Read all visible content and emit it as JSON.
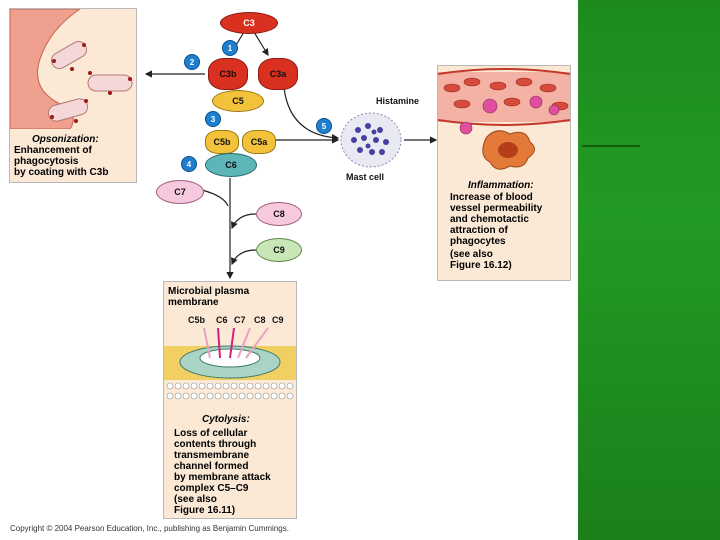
{
  "components": {
    "c3": "C3",
    "c3b": "C3b",
    "c3a": "C3a",
    "c5": "C5",
    "c5b": "C5b",
    "c5a": "C5a",
    "c6": "C6",
    "c7": "C7",
    "c8": "C8",
    "c9": "C9"
  },
  "steps": [
    "1",
    "2",
    "3",
    "4",
    "5"
  ],
  "opsonization": {
    "title": "Opsonization:",
    "lines": [
      "Enhancement of",
      "phagocytosis",
      "by coating with C3b"
    ]
  },
  "inflammation": {
    "histamine": "Histamine",
    "mast_cell": "Mast cell",
    "title": "Inflammation:",
    "lines": [
      "Increase of blood",
      "vessel permeability",
      "and chemotactic",
      "attraction of",
      "phagocytes",
      "(see also",
      "Figure 16.12)"
    ]
  },
  "cytolysis": {
    "membrane_label_1": "Microbial plasma",
    "membrane_label_2": "membrane",
    "pore_labels": [
      "C5b",
      "C6",
      "C7",
      "C8",
      "C9"
    ],
    "title": "Cytolysis:",
    "lines": [
      "Loss of cellular",
      "contents through",
      "transmembrane",
      "channel formed",
      "by membrane attack",
      "complex C5–C9",
      "(see also",
      "Figure 16.11)"
    ]
  },
  "copyright": "Copyright © 2004 Pearson Education, Inc., publishing as Benjamin Cummings.",
  "colors": {
    "c3": "#d9301f",
    "c5": "#f2c23a",
    "c6": "#5db5b8",
    "c7": "#f6c9de",
    "c8": "#f6c9de",
    "c9": "#c9e6b6",
    "step": "#1f7fcf",
    "accent": "#1e8a1e"
  }
}
